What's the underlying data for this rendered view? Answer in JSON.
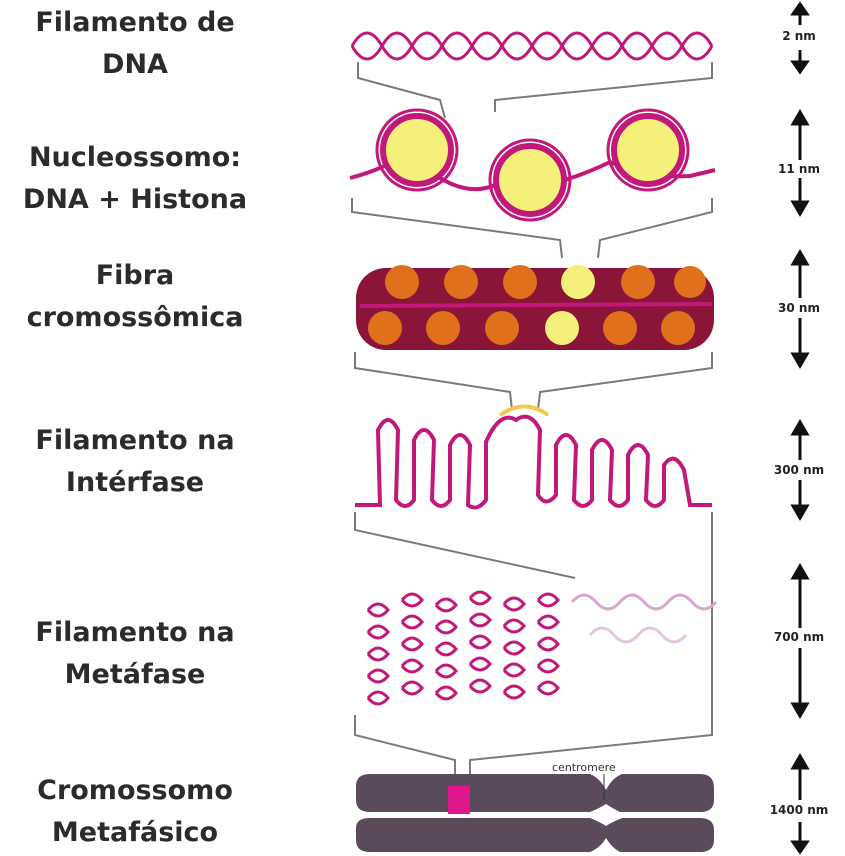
{
  "levels": [
    {
      "label_line1": "Filamento de",
      "label_line2": "DNA",
      "scale": "2 nm"
    },
    {
      "label_line1": "Nucleossomo:",
      "label_line2": "DNA + Histona",
      "scale": "11 nm"
    },
    {
      "label_line1": "Fibra",
      "label_line2": "cromossômica",
      "scale": "30 nm"
    },
    {
      "label_line1": "Filamento na",
      "label_line2": "Intérfase",
      "scale": "300 nm"
    },
    {
      "label_line1": "Filamento na",
      "label_line2": "Metáfase",
      "scale": "700 nm"
    },
    {
      "label_line1": "Cromossomo",
      "label_line2": "Metafásico",
      "scale": "1400 nm"
    }
  ],
  "centromere_label": "centromere",
  "colors": {
    "dna": "#c2187a",
    "histone": "#f5f07a",
    "fiber_dark": "#8b1538",
    "fiber_orange": "#e0701c",
    "chromosome": "#5a4a5c",
    "guide_lines": "#7a7a7a"
  }
}
